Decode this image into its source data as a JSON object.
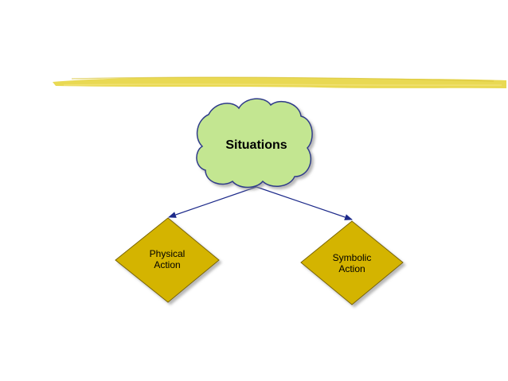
{
  "colors": {
    "underline": "#e8d74a",
    "cloud_fill": "#c3e691",
    "cloud_stroke": "#2f3a8a",
    "diamond_fill": "#d4b400",
    "diamond_stroke": "#7a6500",
    "connector": "#1d2a8a"
  },
  "nodes": {
    "situations": {
      "label": "Situations"
    },
    "physical_action": {
      "line1": "Physical",
      "line2": "Action"
    },
    "symbolic_action": {
      "line1": "Symbolic",
      "line2": "Action"
    }
  }
}
